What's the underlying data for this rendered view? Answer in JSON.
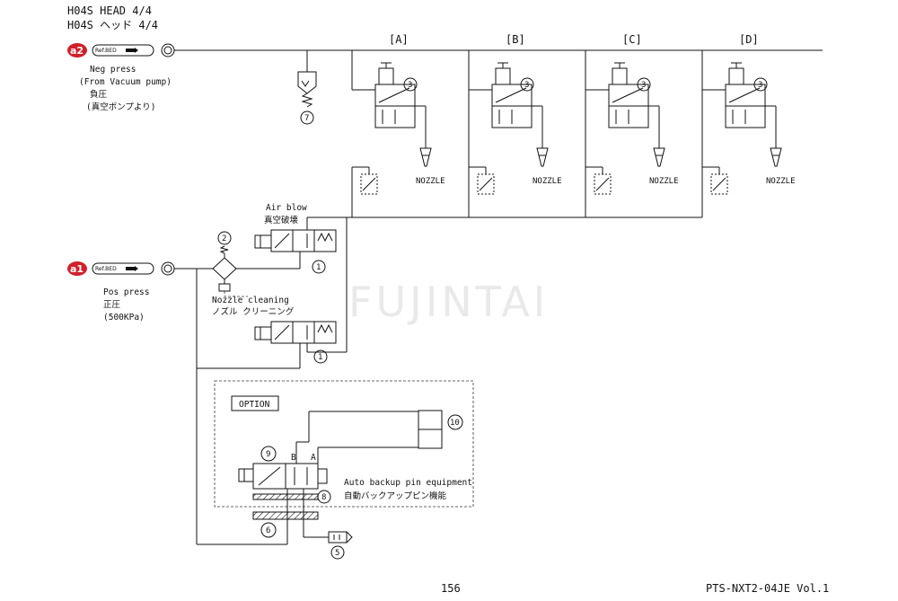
{
  "header": {
    "title_en": "H04S HEAD  4/4",
    "title_jp": "H04S ヘッド  4/4"
  },
  "sources": {
    "a2": {
      "badge": "a2",
      "ref": "Ref.BED",
      "label_en_1": "Neg press",
      "label_en_2": "(From Vacuum pump)",
      "label_jp_1": "負圧",
      "label_jp_2": "(真空ポンプより)"
    },
    "a1": {
      "badge": "a1",
      "ref": "Ref.BED",
      "label_en": "Pos press",
      "label_jp": "正圧",
      "label_kpa": "(500KPa)"
    }
  },
  "heads": [
    {
      "label": "[A]",
      "valve_num": "3",
      "nozzle": "NOZZLE"
    },
    {
      "label": "[B]",
      "valve_num": "3",
      "nozzle": "NOZZLE"
    },
    {
      "label": "[C]",
      "valve_num": "3",
      "nozzle": "NOZZLE"
    },
    {
      "label": "[D]",
      "valve_num": "3",
      "nozzle": "NOZZLE"
    }
  ],
  "components": {
    "filter_num": "7",
    "regulator_num": "2",
    "airblow_en": "Air blow",
    "airblow_jp": "真空破壊",
    "airblow_valve_num": "1",
    "nozzle_clean_en": "Nozzle cleaning",
    "nozzle_clean_jp": "ノズル クリーニング",
    "nozzle_clean_valve_num": "1",
    "option_label": "OPTION",
    "cylinder_num": "10",
    "option_valve_num": "9",
    "port_b": "B",
    "port_a": "A",
    "manifold_num": "8",
    "base_num": "6",
    "silencer_num": "5",
    "backup_en": "Auto backup pin equipment",
    "backup_jp": "自動バックアップピン機能"
  },
  "footer": {
    "page_number": "156",
    "doc_code": "PTS-NXT2-04JE  Vol.1"
  },
  "watermark": "FUJINTAI"
}
